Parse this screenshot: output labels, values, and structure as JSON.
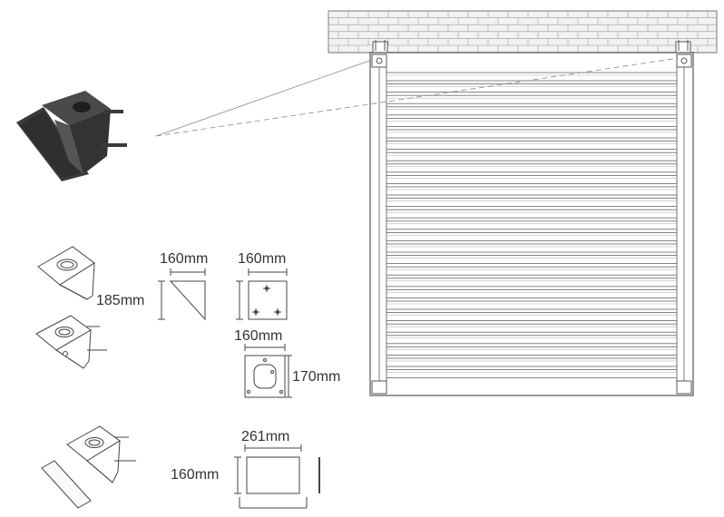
{
  "dimensions": {
    "bracket_side_width": "160mm",
    "bracket_height": "185mm",
    "plate_width": "160mm",
    "base_plate_width": "160mm",
    "base_plate_height": "170mm",
    "end_plate_width": "261mm",
    "end_plate_height": "160mm"
  },
  "colors": {
    "line": "#555555",
    "dark_bracket": "#3a3a3a",
    "wall_fill": "#f2f2f2"
  }
}
